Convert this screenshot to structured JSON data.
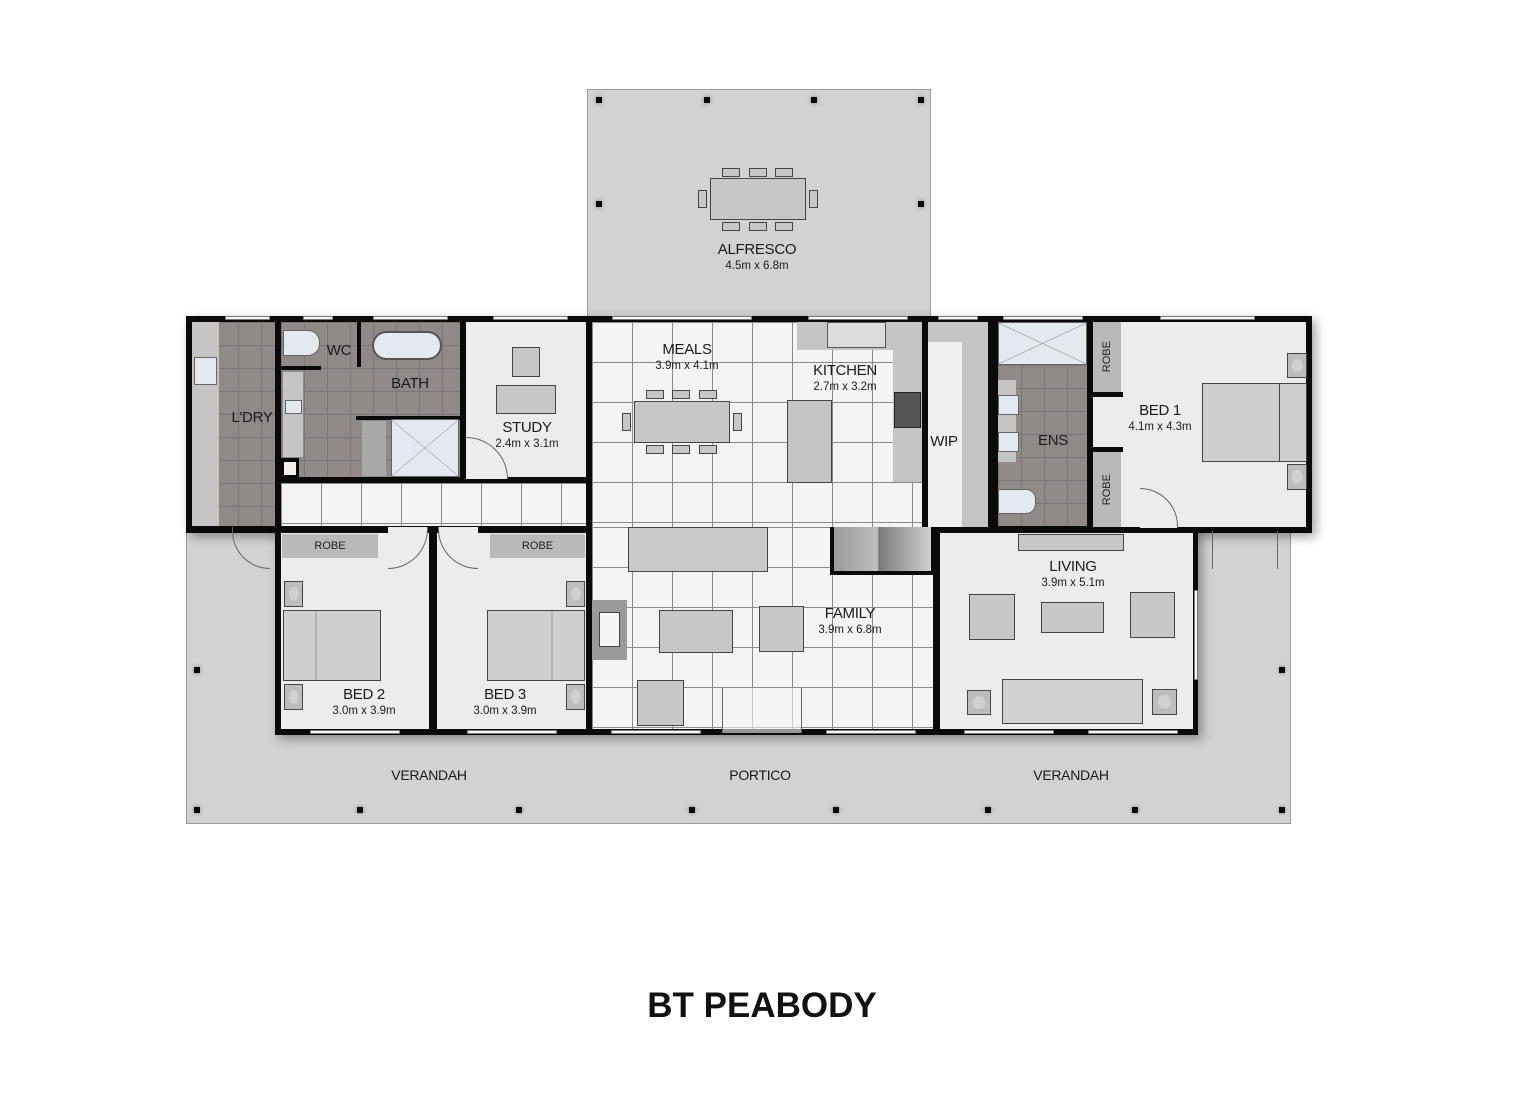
{
  "plan": {
    "title": "BT PEABODY",
    "rooms": {
      "alfresco": {
        "name": "ALFRESCO",
        "dims": "4.5m x 6.8m"
      },
      "laundry": {
        "name": "L'DRY"
      },
      "wc": {
        "name": "WC"
      },
      "bath": {
        "name": "BATH"
      },
      "study": {
        "name": "STUDY",
        "dims": "2.4m x 3.1m"
      },
      "meals": {
        "name": "MEALS",
        "dims": "3.9m x 4.1m"
      },
      "kitchen": {
        "name": "KITCHEN",
        "dims": "2.7m x 3.2m"
      },
      "wip": {
        "name": "WIP"
      },
      "ensuite": {
        "name": "ENS"
      },
      "robe_bed1_top": {
        "name": "ROBE"
      },
      "robe_bed1_bottom": {
        "name": "ROBE"
      },
      "bed1": {
        "name": "BED 1",
        "dims": "4.1m x 4.3m"
      },
      "robe_bed2": {
        "name": "ROBE"
      },
      "robe_bed3": {
        "name": "ROBE"
      },
      "bed2": {
        "name": "BED 2",
        "dims": "3.0m x 3.9m"
      },
      "bed3": {
        "name": "BED 3",
        "dims": "3.0m x 3.9m"
      },
      "family": {
        "name": "FAMILY",
        "dims": "3.9m x 6.8m"
      },
      "living": {
        "name": "LIVING",
        "dims": "3.9m x 5.1m"
      },
      "verandah_left": {
        "name": "VERANDAH"
      },
      "portico": {
        "name": "PORTICO"
      },
      "verandah_right": {
        "name": "VERANDAH"
      }
    },
    "colors": {
      "wall": "#0a0a0a",
      "outdoor": "#d2d2d2",
      "wet_tile": "#8f8a87",
      "living_tile": "#f4f4f4",
      "room_floor": "#ececec"
    }
  }
}
